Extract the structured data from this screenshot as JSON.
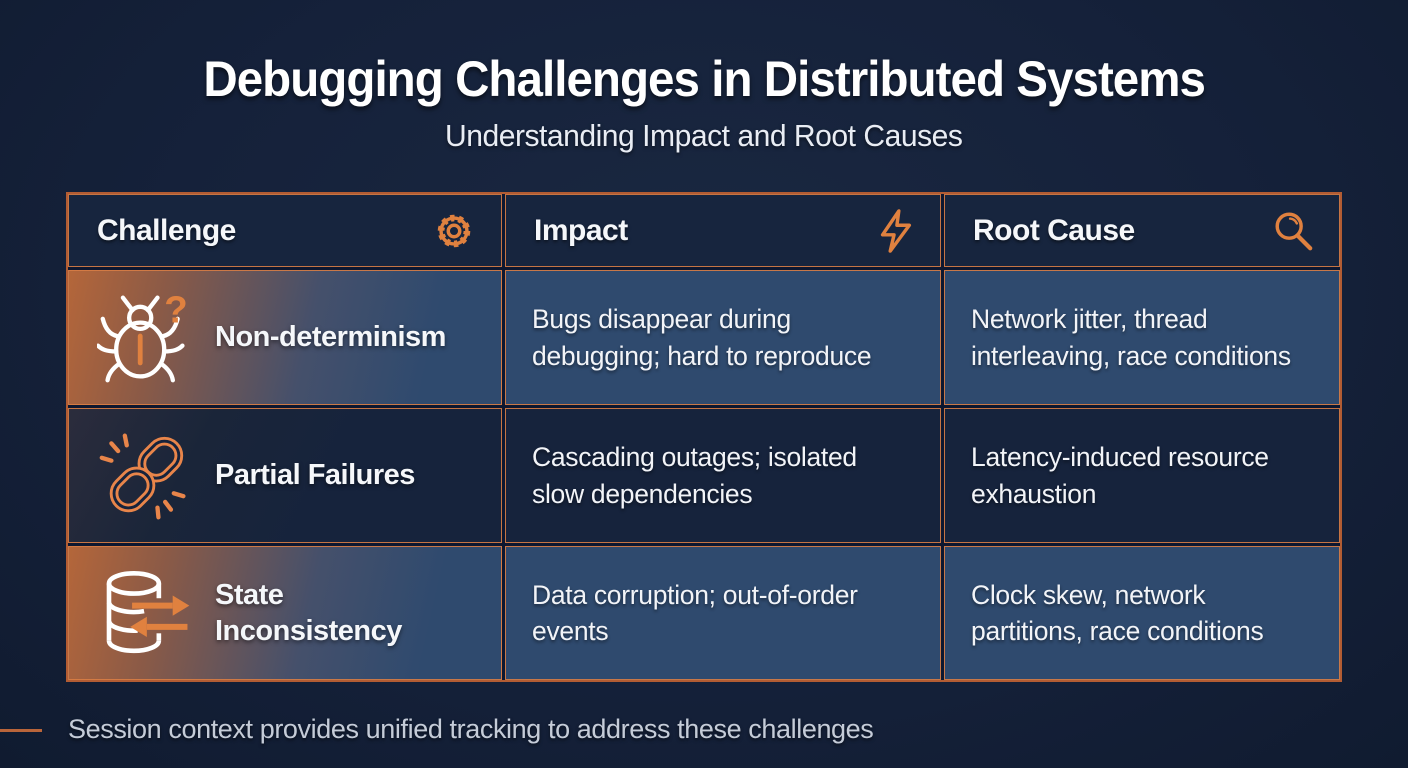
{
  "slide": {
    "title": "Debugging Challenges in Distributed Systems",
    "subtitle": "Understanding Impact and Root Causes",
    "footer": "Session context provides unified tracking to address these challenges"
  },
  "table": {
    "columns": [
      {
        "label": "Challenge",
        "icon": "gear-icon"
      },
      {
        "label": "Impact",
        "icon": "lightning-icon"
      },
      {
        "label": "Root Cause",
        "icon": "magnifier-icon"
      }
    ],
    "rows": [
      {
        "icon": "bug-question-icon",
        "challenge": "Non-determinism",
        "impact": "Bugs disappear during debugging; hard to reproduce",
        "root_cause": "Network jitter, thread interleaving, race conditions"
      },
      {
        "icon": "broken-chain-icon",
        "challenge": "Partial Failures",
        "impact": "Cascading outages; isolated slow dependencies",
        "root_cause": "Latency-induced resource exhaustion"
      },
      {
        "icon": "database-sync-icon",
        "challenge": "State Inconsistency",
        "impact": "Data corruption; out-of-order events",
        "root_cause": "Clock skew, network partitions, race conditions"
      }
    ]
  },
  "colors": {
    "background": "#15213a",
    "accent_orange": "#e0813f",
    "border_orange": "#c06a3c",
    "row_blue": "#2f4a6e",
    "row_dark": "#16233c",
    "header_bg": "#17253e",
    "text_primary": "#f5f7fa",
    "text_muted": "#c5ccd8"
  }
}
